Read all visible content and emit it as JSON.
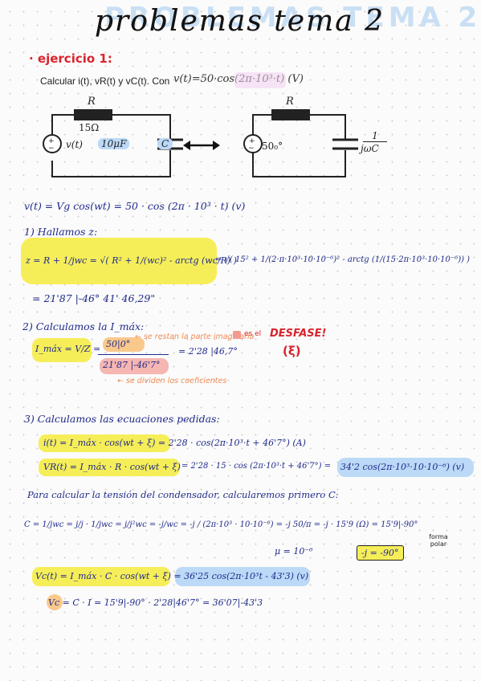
{
  "title": "problemas tema 2",
  "exercise": {
    "label": "· ejercicio 1:",
    "statement": "Calcular i(t), vR(t) y vC(t). Con",
    "formula": "v(t)=50·cos(2π·10³·t)  (V)"
  },
  "circuit_left": {
    "r_label": "R",
    "r_value": "15Ω",
    "source_label": "v(t)",
    "cap_value": "10μF",
    "cap_label": "C"
  },
  "circuit_right": {
    "r_label": "R",
    "source_label": "50₀°",
    "cap_label_num": "1",
    "cap_label_den": "jωC"
  },
  "lines": {
    "vt": "v(t) = Vg cos(wt) = 50 · cos (2π · 10³ · t) (v)",
    "step1_title": "1) Hallamos z:",
    "z_lhs": "z = R + 1/jwc = √( R² + 1/(wc)² - arctg (wc/R) )",
    "z_rhs": "= √( 15² + 1/(2·π·10³·10·10⁻⁶)² - arctg (1/(15·2π·10³·10·10⁻⁶)) )",
    "z_result": "= 21'87 |-46° 41' 46,29\"",
    "step2_title": "2) Calculamos la I_máx:",
    "imax_lhs": "I_máx = V/Z =",
    "imax_num": "50|0°",
    "imax_den": "21'87 |-46'7°",
    "imax_result": "= 2'28 |46,7°",
    "note_imag": "← se restan la parte imaginaria",
    "note_mod": "← se dividen los coeficientes",
    "desfase_prefix": "es el",
    "desfase": "DESFASE!",
    "desfase_symbol": "(ξ)",
    "step3_title": "3) Calculamos las ecuaciones pedidas:",
    "it": "i(t) = I_máx · cos(wt + ξ) = 2'28 · cos(2π·10³·t + 46'7°) (A)",
    "vr_lhs": "VR(t) = I_máx · R · cos(wt + ξ)",
    "vr_mid": "= 2'28 · 15 · cos (2π·10³·t + 46'7°) =",
    "vr_rhs": "34'2 cos(2π·10³·10·10⁻⁶)  (v)",
    "para_text": "Para calcular la tensión del condensador, calcularemos primero C:",
    "c_line": "C = 1/jwc = j/j · 1/jwc = j/j²wc = -j/wc = -j / (2π·10³ · 10·10⁻⁶) = -j 50/π = -j · 15'9 (Ω) = 15'9|-90°",
    "mu_note": "μ = 10⁻⁶",
    "forma_polar": "forma polar",
    "minus_j": "-j = -90°",
    "vc": "Vc(t) = I_máx · C · cos(wt + ξ) = 36'25 cos(2π·10³t - 43'3) (v)",
    "vc_final": "Vc = C · I = 15'9|-90° · 2'28|46'7° = 36'07|-43'3"
  }
}
